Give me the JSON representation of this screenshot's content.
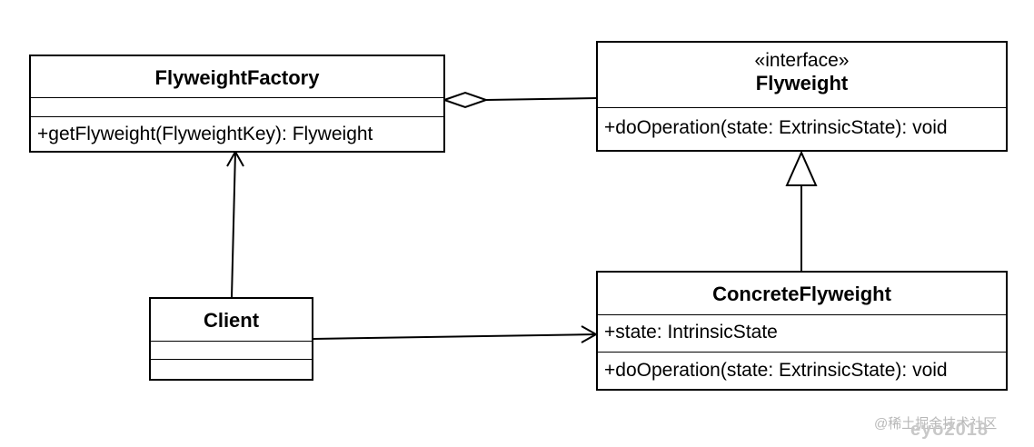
{
  "diagram_type": "UML class diagram",
  "classes": {
    "flyweight_factory": {
      "name": "FlyweightFactory",
      "attributes": [],
      "operations": [
        "+getFlyweight(FlyweightKey): Flyweight"
      ]
    },
    "flyweight": {
      "stereotype": "«interface»",
      "name": "Flyweight",
      "operations": [
        "+doOperation(state: ExtrinsicState): void"
      ]
    },
    "client": {
      "name": "Client",
      "attributes": [],
      "operations": []
    },
    "concrete_flyweight": {
      "name": "ConcreteFlyweight",
      "attributes": [
        "+state: IntrinsicState"
      ],
      "operations": [
        "+doOperation(state: ExtrinsicState): void"
      ]
    }
  },
  "relationships": [
    {
      "from": "FlyweightFactory",
      "to": "Flyweight",
      "kind": "aggregation"
    },
    {
      "from": "Client",
      "to": "FlyweightFactory",
      "kind": "association"
    },
    {
      "from": "Client",
      "to": "ConcreteFlyweight",
      "kind": "association"
    },
    {
      "from": "ConcreteFlyweight",
      "to": "Flyweight",
      "kind": "realization"
    }
  ],
  "watermark": {
    "text": "@稀土掘金技术社区",
    "mark": "eyo2018"
  },
  "colors": {
    "line": "#000000",
    "box_fill": "#ffffff",
    "watermark": "#b8b8b8"
  }
}
